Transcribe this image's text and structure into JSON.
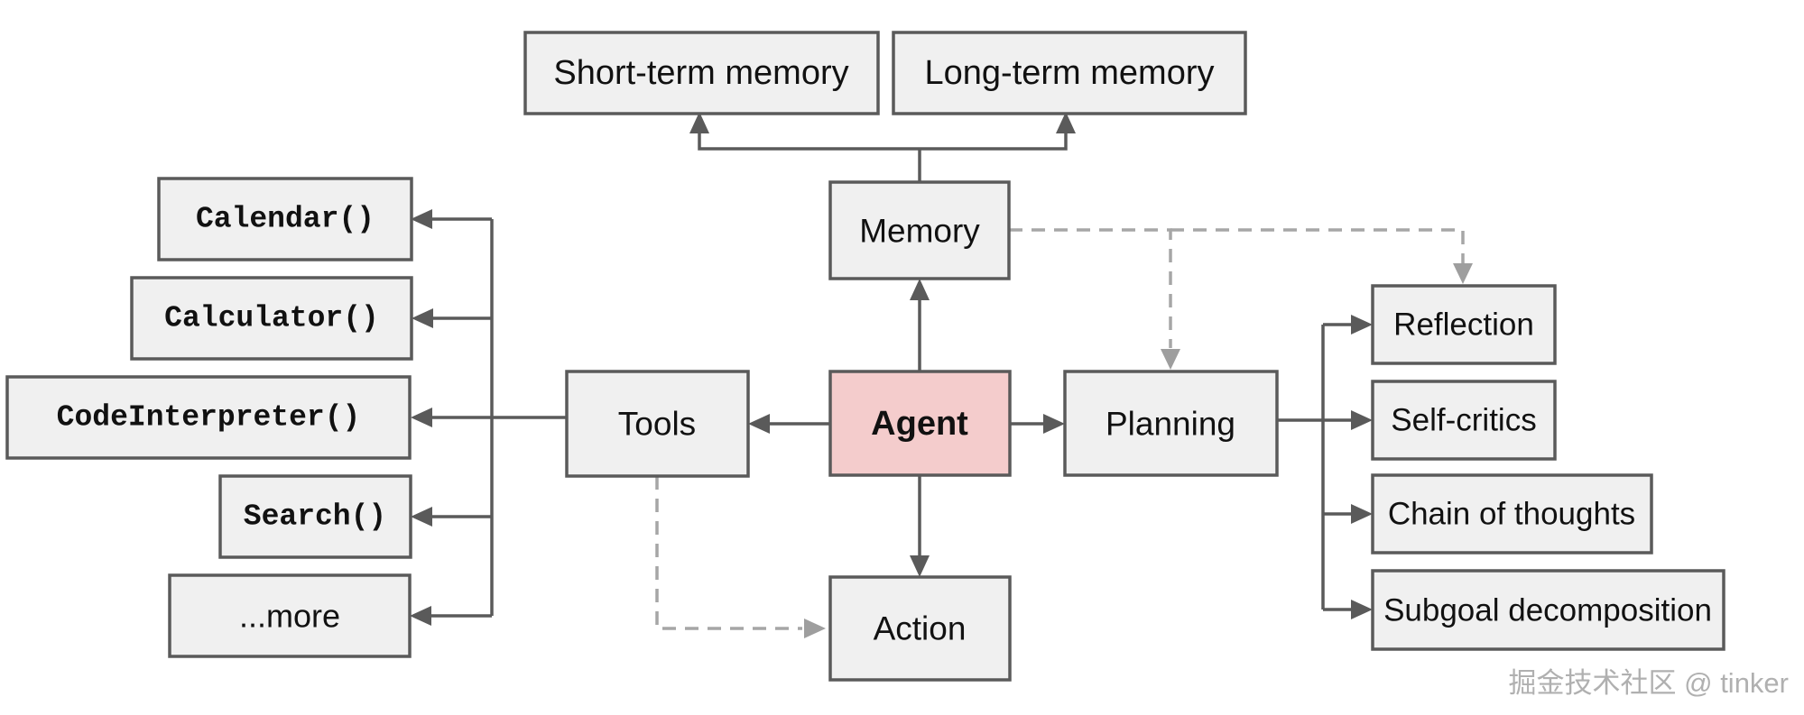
{
  "nodes": {
    "short_term_memory": "Short-term memory",
    "long_term_memory": "Long-term memory",
    "memory": "Memory",
    "agent": "Agent",
    "tools": "Tools",
    "planning": "Planning",
    "action": "Action",
    "calendar": "Calendar()",
    "calculator": "Calculator()",
    "code_interpreter": "CodeInterpreter()",
    "search": "Search()",
    "more": "...more",
    "reflection": "Reflection",
    "self_critics": "Self-critics",
    "chain_of_thoughts": "Chain of thoughts",
    "subgoal_decomposition": "Subgoal decomposition"
  },
  "edges": [
    {
      "from": "memory",
      "to": "short_term_memory",
      "style": "solid-arrow"
    },
    {
      "from": "memory",
      "to": "long_term_memory",
      "style": "solid-arrow"
    },
    {
      "from": "agent",
      "to": "memory",
      "style": "solid-arrow"
    },
    {
      "from": "agent",
      "to": "tools",
      "style": "solid-arrow"
    },
    {
      "from": "agent",
      "to": "planning",
      "style": "solid-arrow"
    },
    {
      "from": "agent",
      "to": "action",
      "style": "solid-arrow"
    },
    {
      "from": "tools",
      "to": "calendar",
      "style": "solid-arrow"
    },
    {
      "from": "tools",
      "to": "calculator",
      "style": "solid-arrow"
    },
    {
      "from": "tools",
      "to": "code_interpreter",
      "style": "solid-arrow"
    },
    {
      "from": "tools",
      "to": "search",
      "style": "solid-arrow"
    },
    {
      "from": "tools",
      "to": "more",
      "style": "solid-arrow"
    },
    {
      "from": "planning",
      "to": "reflection",
      "style": "solid-arrow"
    },
    {
      "from": "planning",
      "to": "self_critics",
      "style": "solid-arrow"
    },
    {
      "from": "planning",
      "to": "chain_of_thoughts",
      "style": "solid-arrow"
    },
    {
      "from": "planning",
      "to": "subgoal_decomposition",
      "style": "solid-arrow"
    },
    {
      "from": "memory",
      "to": "planning",
      "style": "dashed-arrow"
    },
    {
      "from": "memory",
      "to": "reflection",
      "style": "dashed-arrow"
    },
    {
      "from": "tools",
      "to": "action",
      "style": "dashed-arrow"
    }
  ],
  "watermark": "掘金技术社区 @ tinker",
  "colors": {
    "agent_fill": "#f4cccc",
    "node_fill": "#f0f0f0",
    "node_border": "#5a5a5a",
    "solid_line": "#5a5a5a",
    "dashed_line": "#a6a6a6",
    "watermark_text": "#b0b0b0"
  }
}
